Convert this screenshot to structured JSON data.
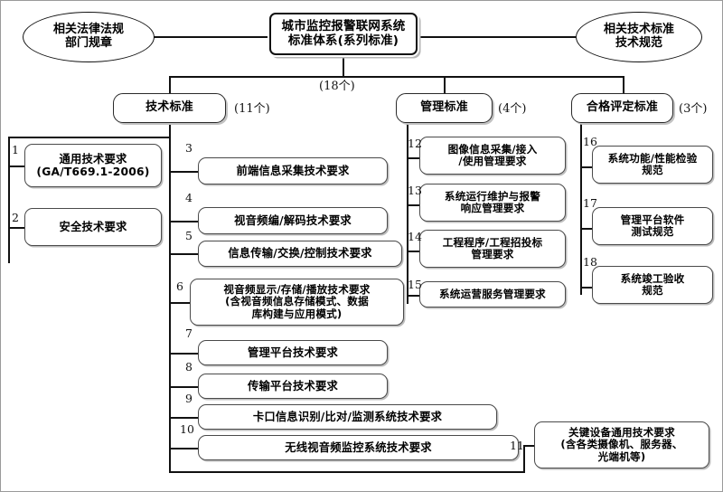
{
  "diagram": {
    "title": "城市监控报警联网系统标准体系(系列标准)",
    "root": {
      "label": "城市监控报警联网系统\n标准体系(系列标准)",
      "count_label": "(18个)"
    },
    "side_nodes": [
      {
        "name": "related-laws",
        "label": "相关法律法规\n部门规章"
      },
      {
        "name": "related-tech-specs",
        "label": "相关技术标准\n技术规范"
      }
    ],
    "categories": [
      {
        "name": "technical-standards",
        "label": "技术标准",
        "count_label": "(11个)"
      },
      {
        "name": "management-standards",
        "label": "管理标准",
        "count_label": "(4个)"
      },
      {
        "name": "conformity-assessment-standards",
        "label": "合格评定标准",
        "count_label": "(3个)"
      }
    ],
    "items": {
      "technical_left": [
        {
          "num": "1",
          "label": "通用技术要求\n(GA/T669.1-2006)"
        },
        {
          "num": "2",
          "label": "安全技术要求"
        }
      ],
      "technical_right": [
        {
          "num": "3",
          "label": "前端信息采集技术要求"
        },
        {
          "num": "4",
          "label": "视音频编/解码技术要求"
        },
        {
          "num": "5",
          "label": "信息传输/交换/控制技术要求"
        },
        {
          "num": "6",
          "label": "视音频显示/存储/播放技术要求\n(含视音频信息存储模式、数据\n库构建与应用模式)"
        },
        {
          "num": "7",
          "label": "管理平台技术要求"
        },
        {
          "num": "8",
          "label": "传输平台技术要求"
        },
        {
          "num": "9",
          "label": "卡口信息识别/比对/监测系统技术要求"
        },
        {
          "num": "10",
          "label": "无线视音频监控系统技术要求"
        },
        {
          "num": "11",
          "label": "关键设备通用技术要求\n(含各类摄像机、服务器、\n光端机等)"
        }
      ],
      "management": [
        {
          "num": "12",
          "label": "图像信息采集/接入\n/使用管理要求"
        },
        {
          "num": "13",
          "label": "系统运行维护与报警\n响应管理要求"
        },
        {
          "num": "14",
          "label": "工程程序/工程招投标\n管理要求"
        },
        {
          "num": "15",
          "label": "系统运营服务管理要求"
        }
      ],
      "conformity": [
        {
          "num": "16",
          "label": "系统功能/性能检验\n规范"
        },
        {
          "num": "17",
          "label": "管理平台软件\n测试规范"
        },
        {
          "num": "18",
          "label": "系统竣工验收\n规范"
        }
      ]
    },
    "colors": {
      "line": "#111111",
      "box_border": "#4a4a4a",
      "shadow": "#bdbdbd",
      "background": "#ffffff"
    }
  }
}
